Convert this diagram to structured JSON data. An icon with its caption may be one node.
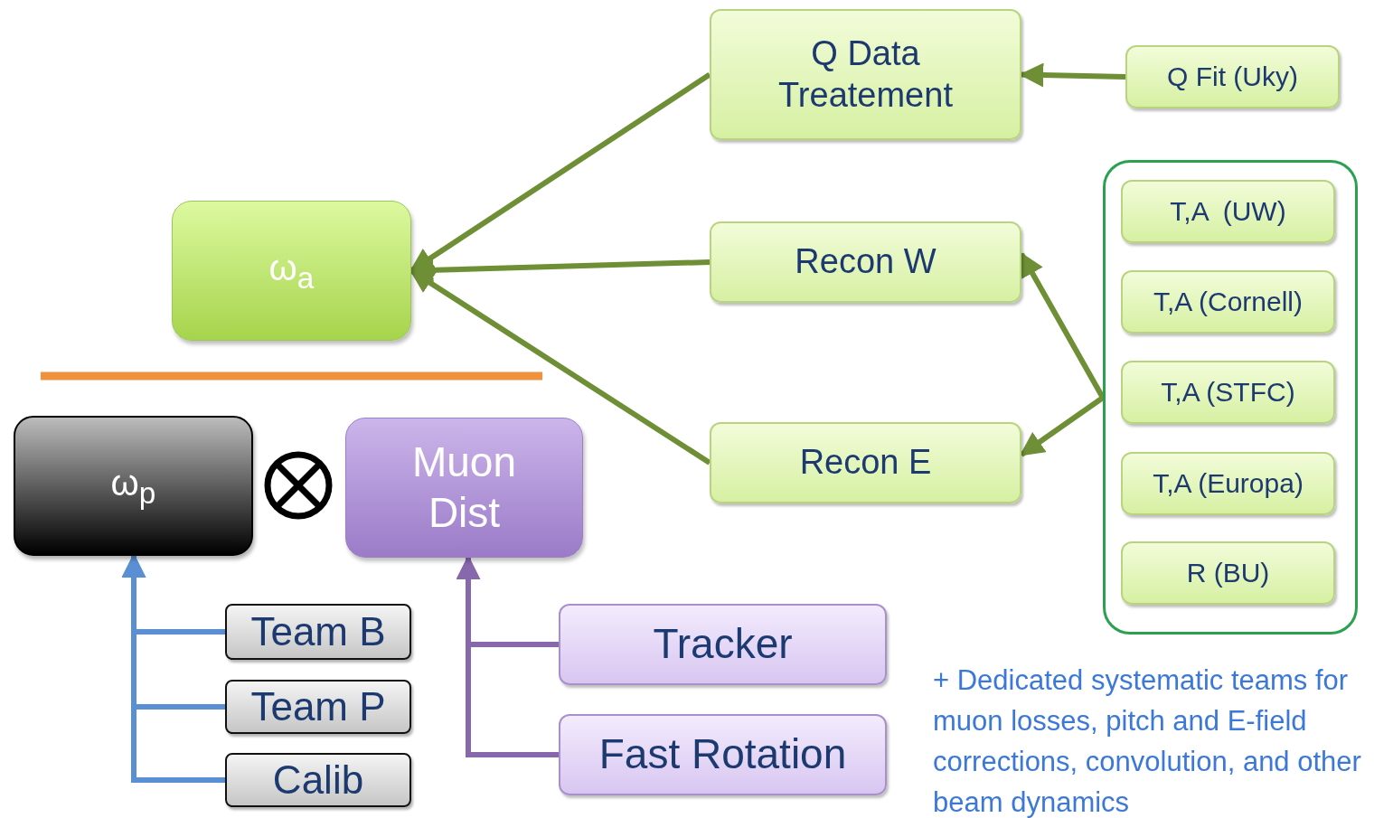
{
  "diagram": {
    "nodes": [
      {
        "text": [
          "ω$_{a}$"
        ]
      },
      {
        "text": [
          "Q Data Treatement"
        ]
      },
      {
        "text": [
          "Q Fit (Uky)"
        ]
      },
      {
        "text": [
          "Recon W"
        ]
      },
      {
        "text": [
          "Recon E"
        ]
      },
      {
        "text": [],
        "shape": "box"
      },
      {
        "text": [
          "T,A  (UW)"
        ],
        "in": 5
      },
      {
        "text": [
          "T,A (Cornell)"
        ],
        "in": 5
      },
      {
        "text": [
          "T,A (STFC)"
        ],
        "in": 5
      },
      {
        "text": [
          "T,A (Europa)"
        ],
        "in": 5
      },
      {
        "text": [
          "R (BU)"
        ],
        "in": 5
      },
      {
        "text": [
          "ω$_{p}$"
        ]
      },
      {
        "text": [
          "Muon Dist"
        ]
      },
      {
        "text": [
          "Team B"
        ]
      },
      {
        "text": [
          "Team P"
        ]
      },
      {
        "text": [
          "Calib"
        ]
      },
      {
        "text": [
          "Tracker"
        ]
      },
      {
        "text": [
          "Fast Rotation"
        ]
      }
    ],
    "edges": [
      {
        "from": 1,
        "to": 0,
        "arrow": "to"
      },
      {
        "from": 3,
        "to": 0,
        "arrow": "to"
      },
      {
        "from": 4,
        "to": 0,
        "arrow": "to"
      },
      {
        "from": 2,
        "to": 1,
        "arrow": "to"
      },
      {
        "from": 5,
        "to": 3,
        "arrow": "to"
      },
      {
        "from": 5,
        "to": 4,
        "arrow": "to"
      },
      {
        "from": 13,
        "to": 11,
        "arrow": "to",
        "color": "#5b8fd4"
      },
      {
        "from": 14,
        "to": 11,
        "arrow": "to",
        "color": "#5b8fd4"
      },
      {
        "from": 15,
        "to": 11,
        "arrow": "to",
        "color": "#5b8fd4"
      },
      {
        "from": 16,
        "to": 12,
        "arrow": "to",
        "color": "#8868ad"
      },
      {
        "from": 17,
        "to": 12,
        "arrow": "to",
        "color": "#8868ad"
      }
    ],
    "labels": [
      "+ Dedicated systematic teams for muon losses, pitch and E-field corrections, convolution, and other beam dynamics"
    ]
  }
}
